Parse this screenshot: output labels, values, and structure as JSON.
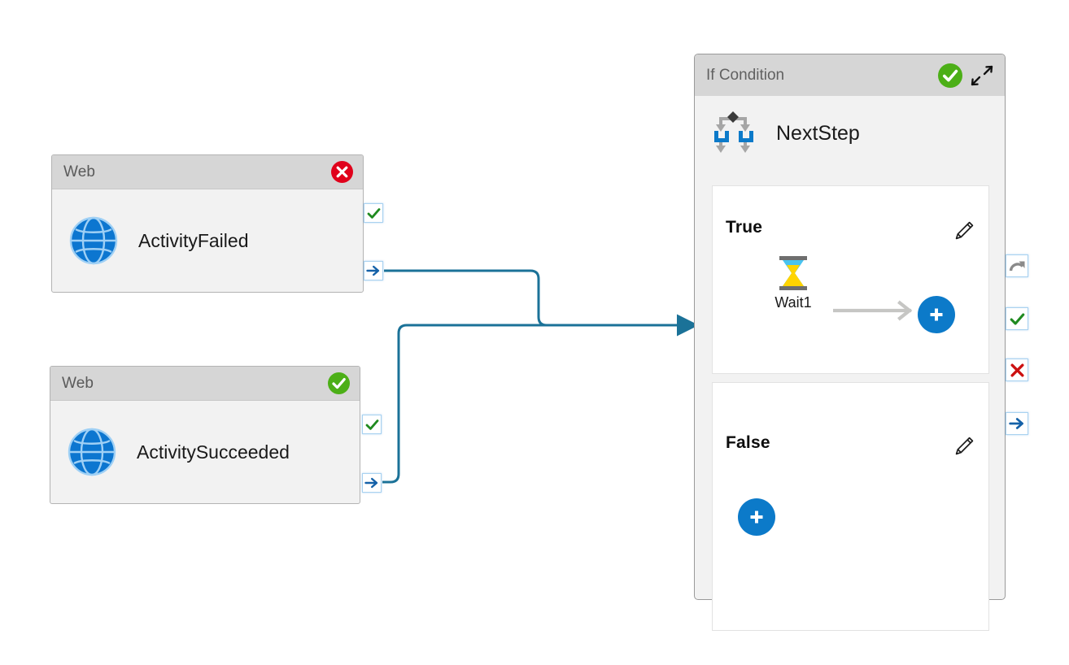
{
  "canvas": {
    "background": "#ffffff",
    "edge_color": "#1b7298",
    "accent_blue": "#0c7ac9",
    "success_green": "#4caf17",
    "error_red": "#e0001b"
  },
  "nodes": [
    {
      "id": "web-failed",
      "header_title": "Web",
      "label": "ActivityFailed",
      "status": "fail",
      "status_icon": "error-circle-icon",
      "activity_icon": "globe-icon",
      "ports": [
        {
          "name": "success-port",
          "icon": "green-check-icon"
        },
        {
          "name": "next-port",
          "icon": "blue-arrow-icon"
        }
      ]
    },
    {
      "id": "web-succeeded",
      "header_title": "Web",
      "label": "ActivitySucceeded",
      "status": "ok",
      "status_icon": "success-circle-icon",
      "activity_icon": "globe-icon",
      "ports": [
        {
          "name": "success-port",
          "icon": "green-check-icon"
        },
        {
          "name": "next-port",
          "icon": "blue-arrow-icon"
        }
      ]
    }
  ],
  "if_panel": {
    "header_title": "If Condition",
    "status": "ok",
    "status_icon": "success-circle-icon",
    "collapse_icon": "collapse-arrows-icon",
    "step_icon": "branch-icon",
    "step_name": "NextStep",
    "branches": [
      {
        "id": "true",
        "label": "True",
        "edit_icon": "pencil-icon",
        "activities": [
          {
            "name": "Wait1",
            "icon": "hourglass-icon"
          }
        ],
        "add_label": "+",
        "add_icon": "plus-icon",
        "connector_icon": "gray-arrow-icon"
      },
      {
        "id": "false",
        "label": "False",
        "edit_icon": "pencil-icon",
        "activities": [],
        "add_label": "+",
        "add_icon": "plus-icon"
      }
    ],
    "ports": [
      {
        "name": "retry-port",
        "icon": "retry-curved-arrow-icon"
      },
      {
        "name": "success-port",
        "icon": "green-check-icon"
      },
      {
        "name": "failure-port",
        "icon": "red-x-icon"
      },
      {
        "name": "next-port",
        "icon": "blue-arrow-icon"
      }
    ]
  },
  "edges": [
    {
      "from": "web-failed.next-port",
      "to": "if-panel.input"
    },
    {
      "from": "web-succeeded.next-port",
      "to": "if-panel.input"
    }
  ]
}
